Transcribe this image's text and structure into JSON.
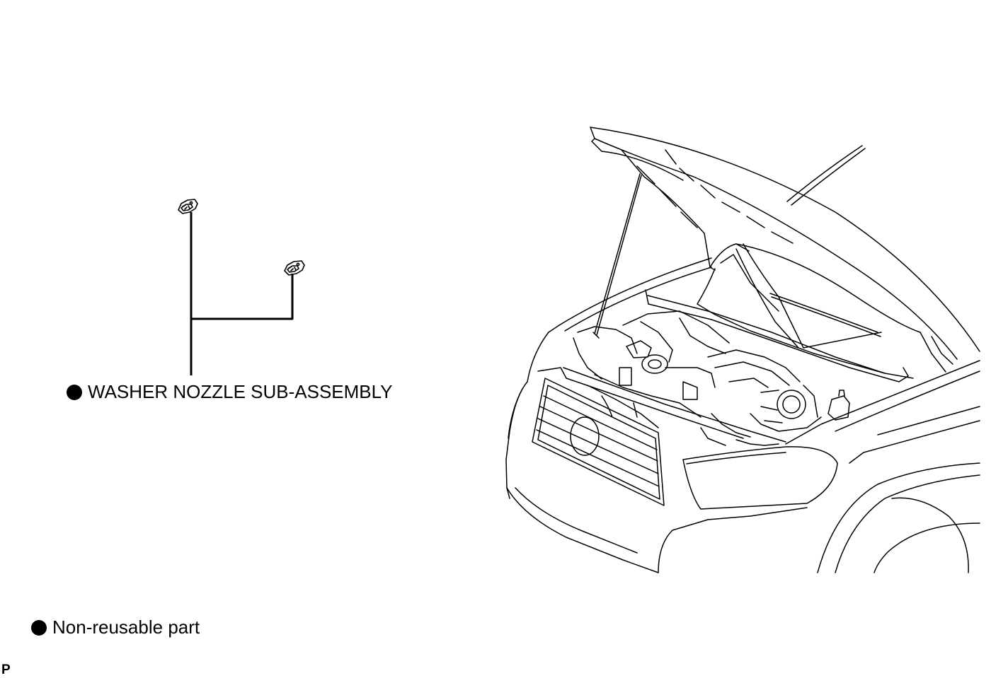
{
  "callout": {
    "part_name": "WASHER NOZZLE SUB-ASSEMBLY",
    "marker": "non-reusable-bullet"
  },
  "legend": {
    "text": "Non-reusable part",
    "marker": "non-reusable-bullet"
  },
  "corner_code": "P",
  "colors": {
    "line": "#000000",
    "background": "#ffffff"
  }
}
